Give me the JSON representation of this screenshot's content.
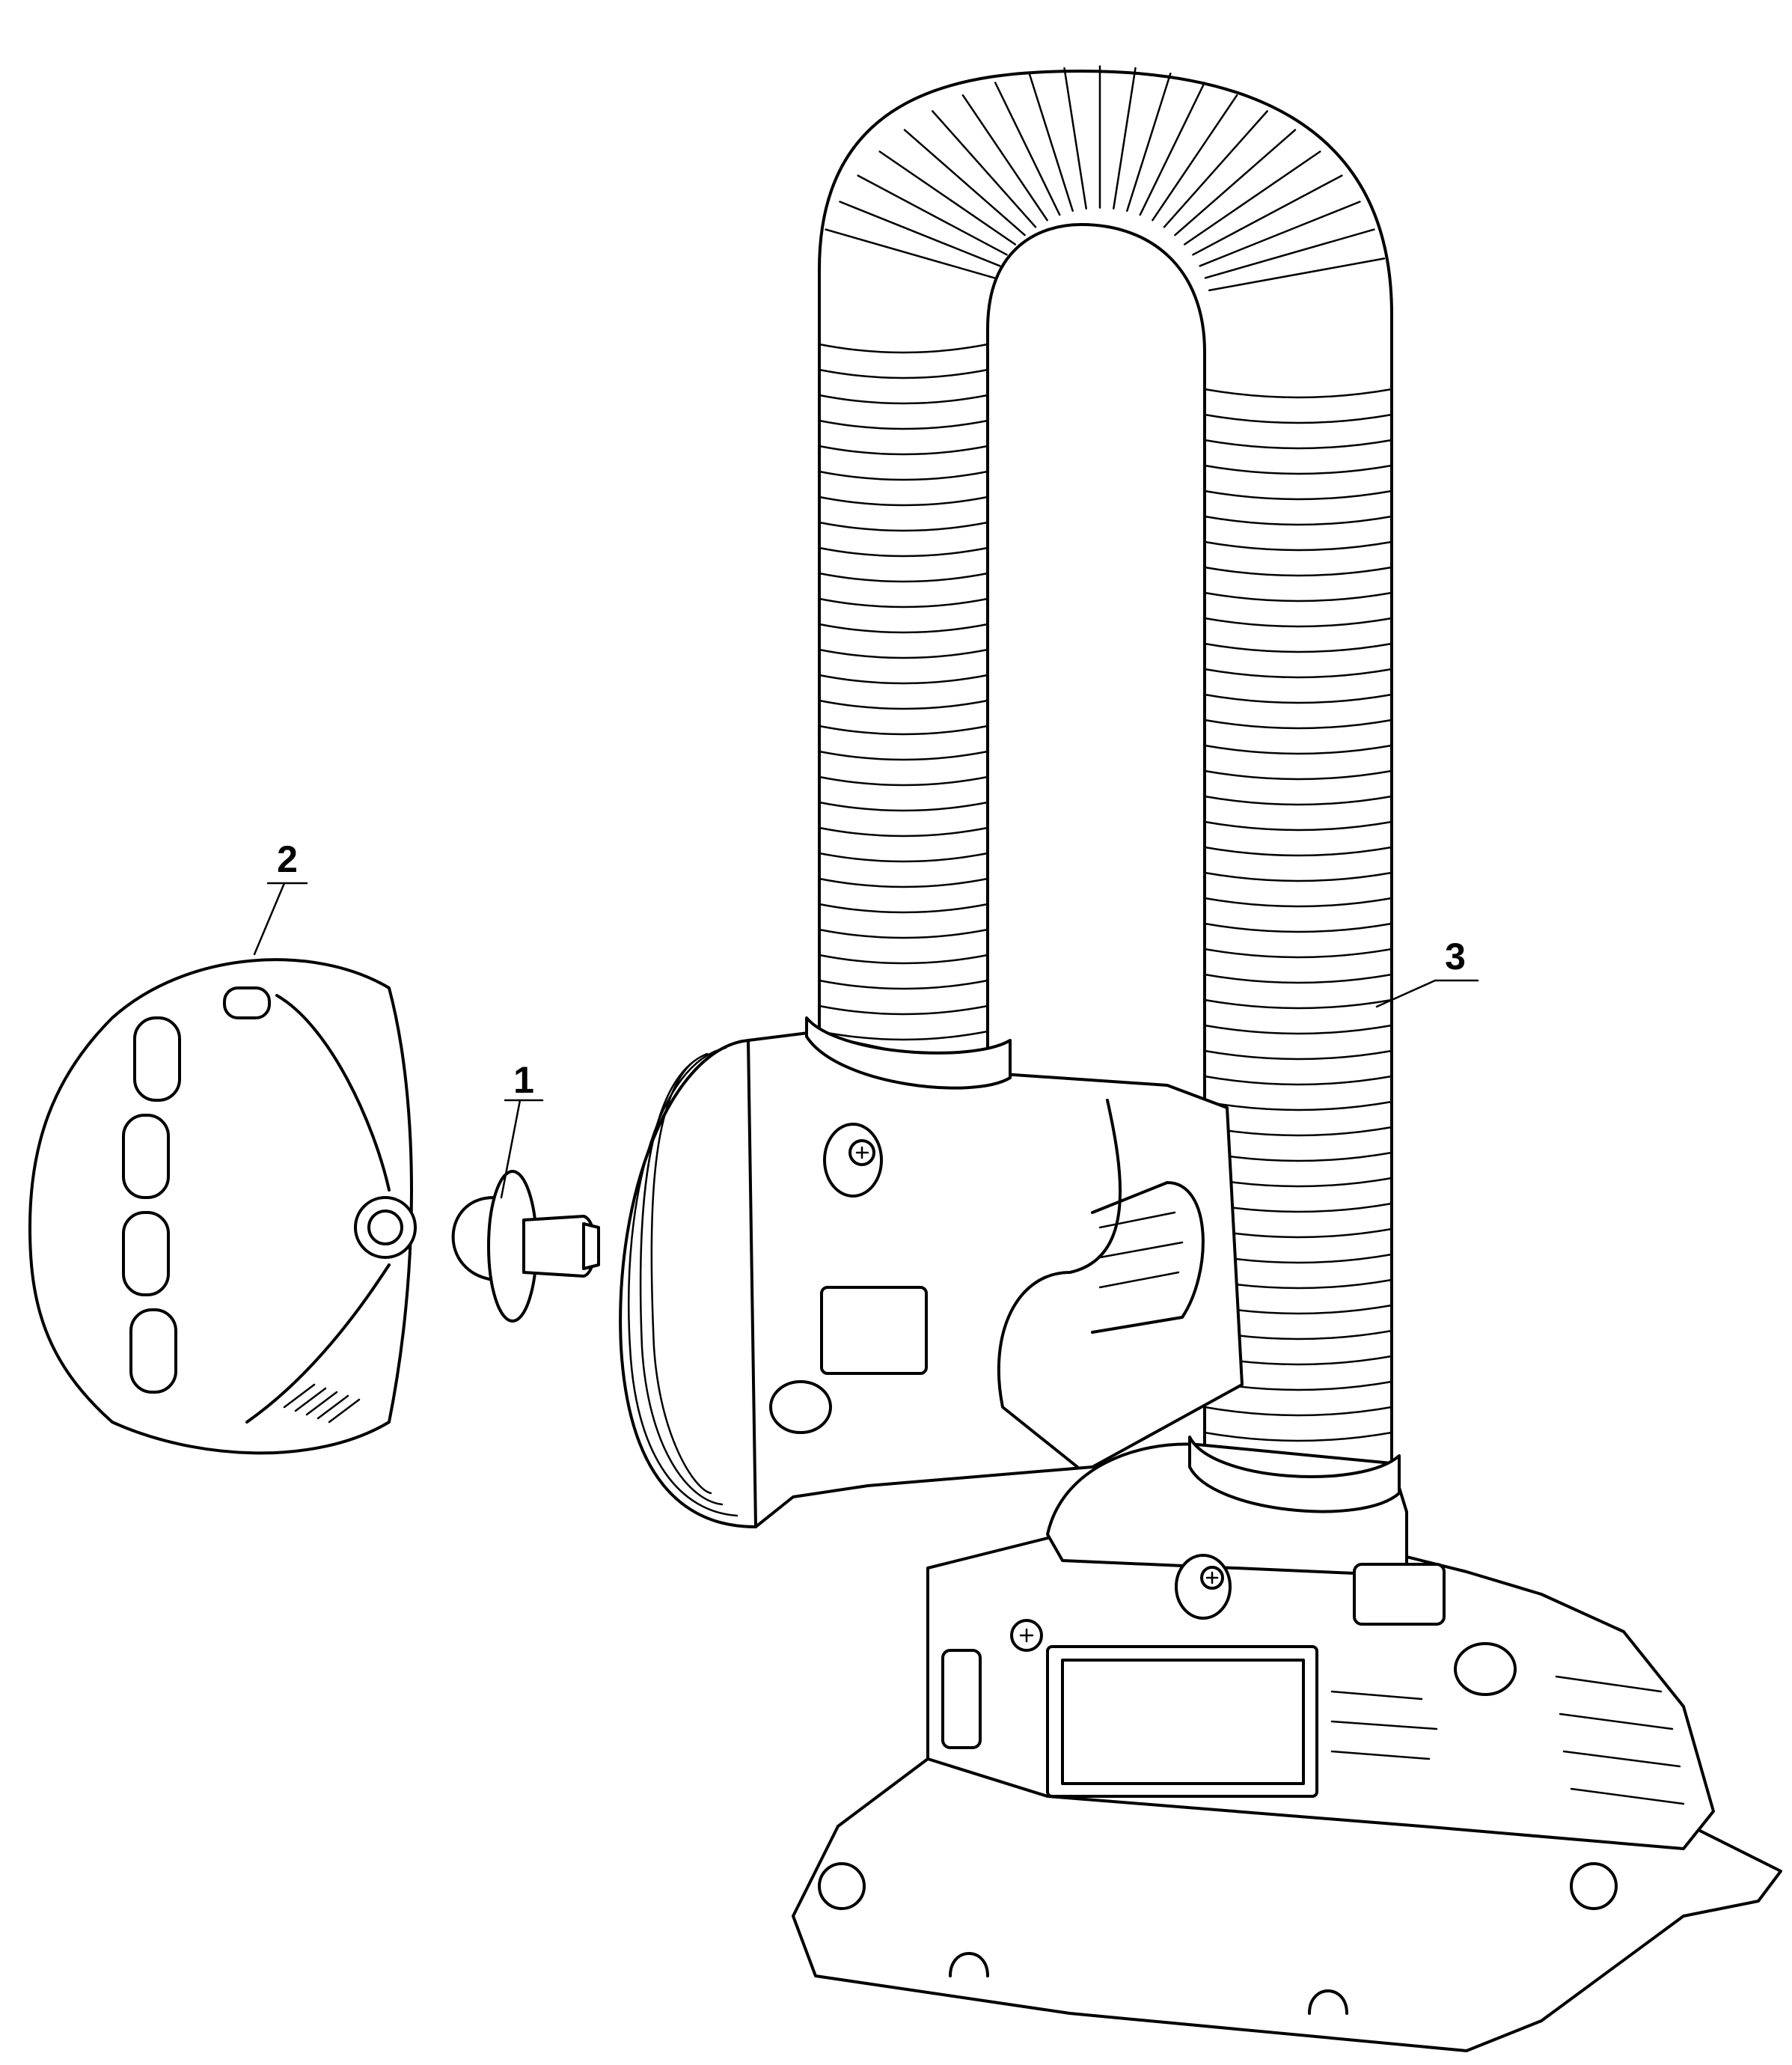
{
  "callouts": [
    {
      "id": "1",
      "label": "1",
      "part": "bulb"
    },
    {
      "id": "2",
      "label": "2",
      "part": "reflector-cap"
    },
    {
      "id": "3",
      "label": "3",
      "part": "lamp-body-with-gooseneck"
    }
  ],
  "colors": {
    "line": "#000000",
    "background": "#ffffff"
  }
}
